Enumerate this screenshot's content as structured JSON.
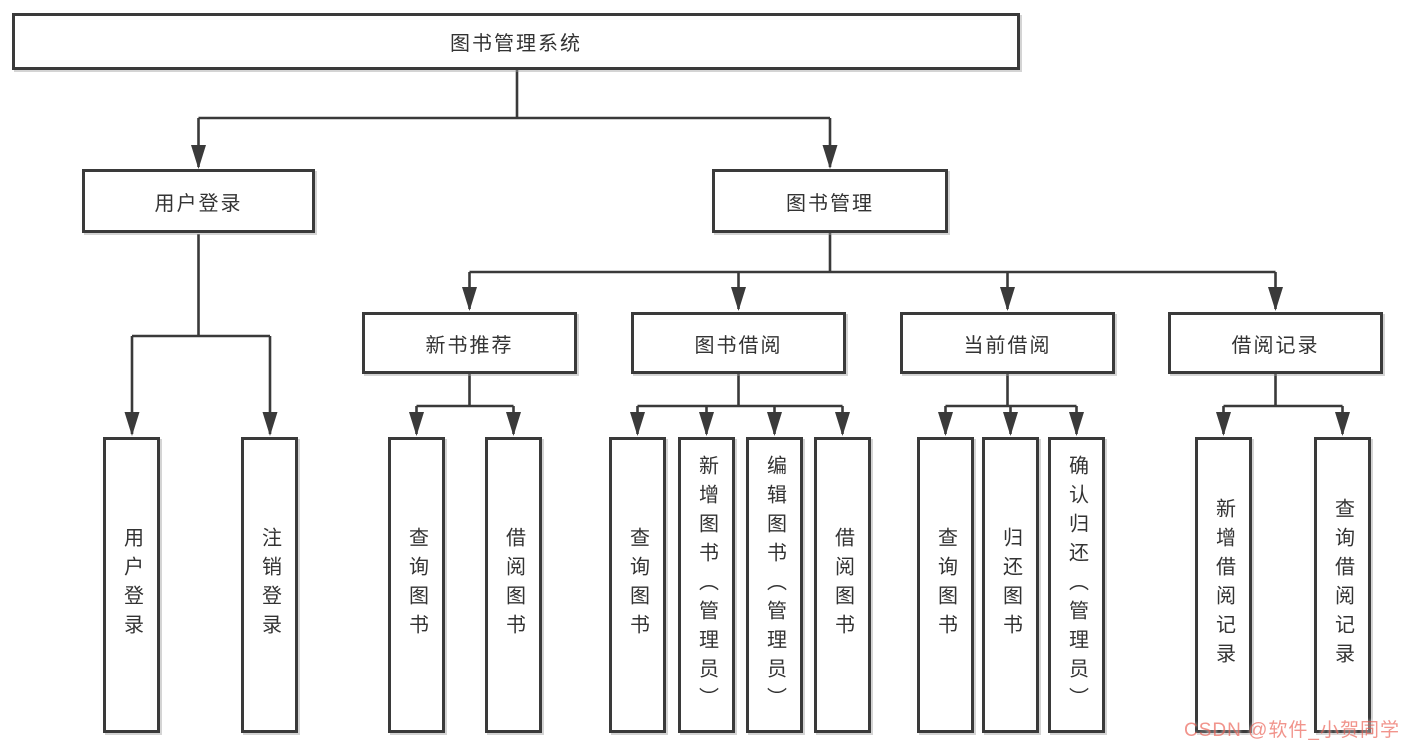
{
  "diagram": {
    "type": "hierarchy-tree",
    "watermark": "CSDN @软件_小贺同学",
    "colors": {
      "line": "#3a3a3a",
      "box_border": "#3a3a3a",
      "box_background": "#ffffff",
      "text": "#333333",
      "watermark": "#e95246",
      "page_background": "#ffffff"
    },
    "tree": {
      "label": "图书管理系统",
      "children": [
        {
          "label": "用户登录",
          "children": [
            {
              "label": "用户登录"
            },
            {
              "label": "注销登录"
            }
          ]
        },
        {
          "label": "图书管理",
          "children": [
            {
              "label": "新书推荐",
              "children": [
                {
                  "label": "查询图书"
                },
                {
                  "label": "借阅图书"
                }
              ]
            },
            {
              "label": "图书借阅",
              "children": [
                {
                  "label": "查询图书"
                },
                {
                  "label": "新增图书（管理员）"
                },
                {
                  "label": "编辑图书（管理员）"
                },
                {
                  "label": "借阅图书"
                }
              ]
            },
            {
              "label": "当前借阅",
              "children": [
                {
                  "label": "查询图书"
                },
                {
                  "label": "归还图书"
                },
                {
                  "label": "确认归还（管理员）"
                }
              ]
            },
            {
              "label": "借阅记录",
              "children": [
                {
                  "label": "新增借阅记录"
                },
                {
                  "label": "查询借阅记录"
                }
              ]
            }
          ]
        }
      ]
    }
  }
}
